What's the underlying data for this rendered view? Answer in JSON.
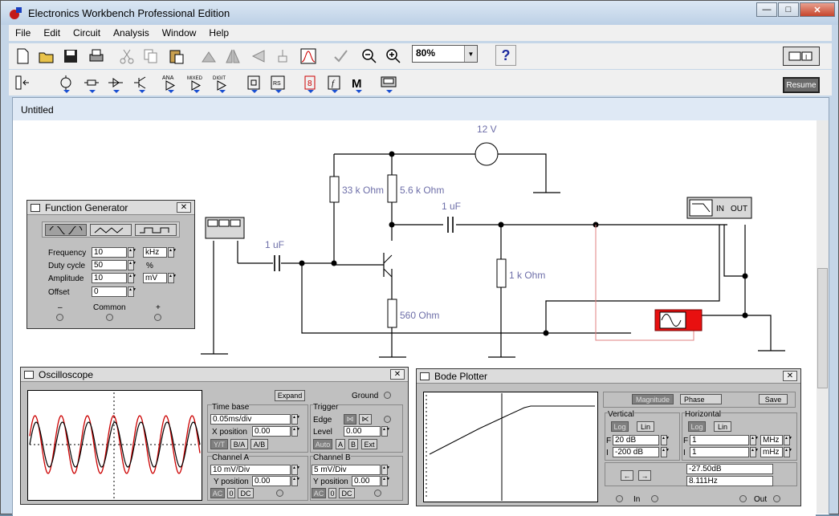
{
  "window": {
    "title": "Electronics Workbench Professional Edition"
  },
  "menu": [
    "File",
    "Edit",
    "Circuit",
    "Analysis",
    "Window",
    "Help"
  ],
  "toolbar": {
    "zoom": "80%",
    "help_label": "?",
    "resume_label": "Resume"
  },
  "document": {
    "title": "Untitled"
  },
  "circuit": {
    "labels": {
      "supply": "12 V",
      "r1": "33 k Ohm",
      "r2": "5.6 k Ohm",
      "c_in": "1 uF",
      "c_out": "1 uF",
      "r_load": "1 k Ohm",
      "r_emitter": "560  Ohm",
      "bode_in": "IN",
      "bode_out": "OUT"
    }
  },
  "function_generator": {
    "title": "Function Generator",
    "frequency_label": "Frequency",
    "frequency": "10",
    "frequency_unit": "kHz",
    "duty_label": "Duty cycle",
    "duty": "50",
    "duty_unit": "%",
    "amplitude_label": "Amplitude",
    "amplitude": "10",
    "amplitude_unit": "mV",
    "offset_label": "Offset",
    "offset": "0",
    "minus": "–",
    "common": "Common",
    "plus": "+"
  },
  "oscilloscope": {
    "title": "Oscilloscope",
    "expand": "Expand",
    "ground": "Ground",
    "timebase_label": "Time base",
    "timebase": "0.05ms/div",
    "xpos_label": "X position",
    "xpos": "0.00",
    "modes": [
      "Y/T",
      "B/A",
      "A/B"
    ],
    "trigger_label": "Trigger",
    "edge_label": "Edge",
    "level_label": "Level",
    "level": "0.00",
    "trigger_modes": [
      "Auto",
      "A",
      "B",
      "Ext"
    ],
    "channel_a_label": "Channel A",
    "channel_a": "10 mV/Div",
    "ya_label": "Y position",
    "ya": "0.00",
    "channel_b_label": "Channel B",
    "channel_b": "5 mV/Div",
    "yb_label": "Y position",
    "yb": "0.00",
    "coupling": [
      "AC",
      "0",
      "DC"
    ],
    "trace_a_color": "#cc0000",
    "trace_b_color": "#000000"
  },
  "bode_plotter": {
    "title": "Bode Plotter",
    "magnitude": "Magnitude",
    "phase": "Phase",
    "save": "Save",
    "vertical_label": "Vertical",
    "horizontal_label": "Horizontal",
    "log": "Log",
    "lin": "Lin",
    "vf_prefix": "F",
    "vf": "20 dB",
    "vi_prefix": "I",
    "vi": "-200 dB",
    "hf_prefix": "F",
    "hf": "1",
    "hf_unit": "MHz",
    "hi_prefix": "I",
    "hi": "1",
    "hi_unit": "mHz",
    "readout_db": "-27.50dB",
    "readout_hz": "8.111Hz",
    "in_label": "In",
    "out_label": "Out"
  }
}
